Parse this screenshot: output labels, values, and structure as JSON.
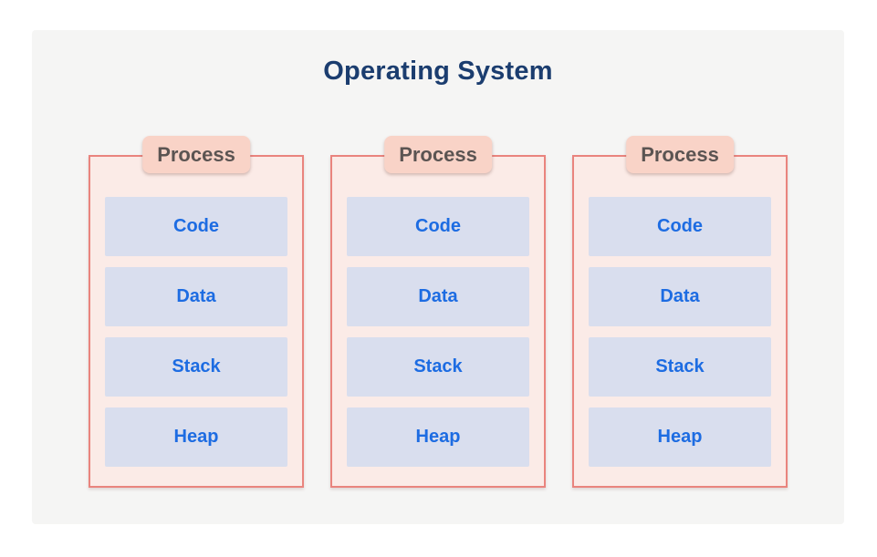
{
  "title": "Operating System",
  "colors": {
    "page_background": "#ffffff",
    "panel_background": "#f5f5f4",
    "title_text": "#1b3d6f",
    "process_fill": "#fbebe7",
    "process_border": "#e9847e",
    "badge_fill": "#f9d3c7",
    "badge_text": "#5b5452",
    "segment_fill": "#d9deee",
    "segment_text": "#1d6ce2"
  },
  "processes": [
    {
      "label": "Process",
      "segments": [
        "Code",
        "Data",
        "Stack",
        "Heap"
      ]
    },
    {
      "label": "Process",
      "segments": [
        "Code",
        "Data",
        "Stack",
        "Heap"
      ]
    },
    {
      "label": "Process",
      "segments": [
        "Code",
        "Data",
        "Stack",
        "Heap"
      ]
    }
  ]
}
